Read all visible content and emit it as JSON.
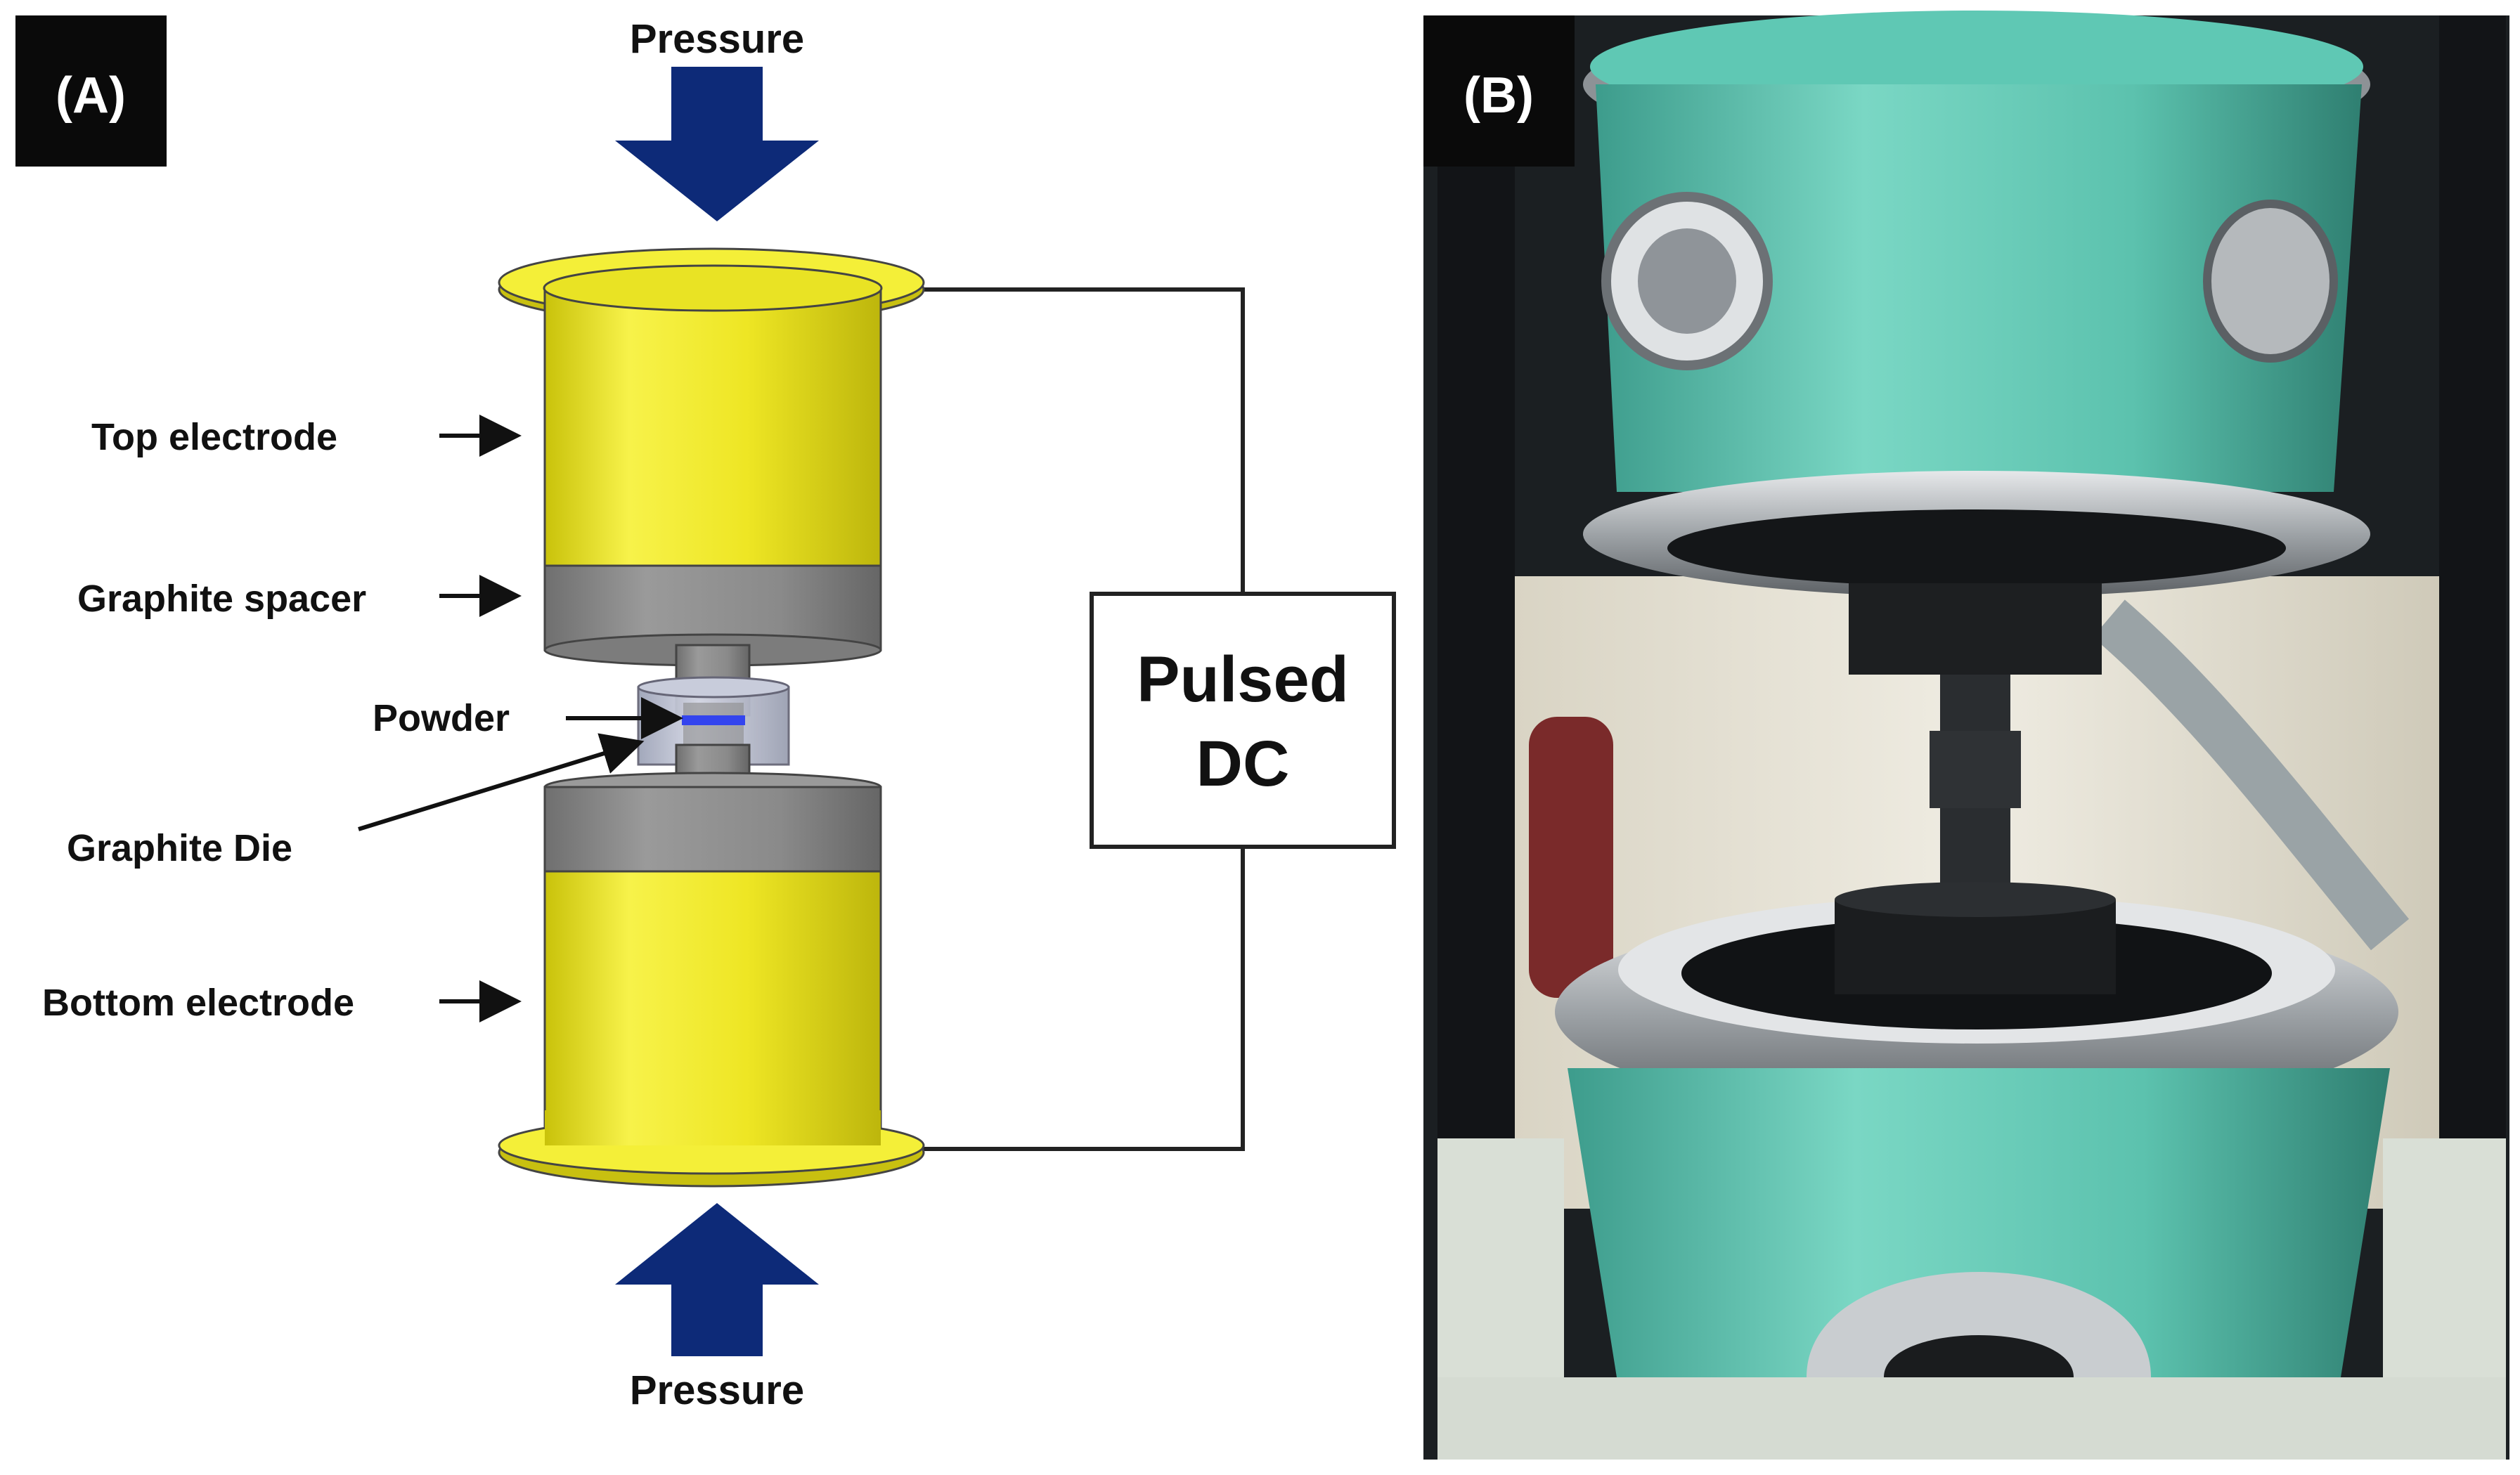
{
  "panel_a": {
    "tag": "(A)",
    "pressure_top": "Pressure",
    "pressure_bottom": "Pressure",
    "labels": {
      "top_electrode": "Top electrode",
      "graphite_spacer": "Graphite spacer",
      "powder": "Powder",
      "graphite_die": "Graphite Die",
      "bottom_electrode": "Bottom electrode"
    },
    "power_supply": {
      "line1": "Pulsed",
      "line2": "DC"
    }
  },
  "panel_b": {
    "tag": "(B)"
  },
  "colors": {
    "electrode": "#f2ee2e",
    "graphite": "#8a8a8a",
    "arrow": "#0d2a78",
    "powder": "#3344ee",
    "chamber": "#5fc8b4",
    "steel": "#b8bcbf"
  }
}
